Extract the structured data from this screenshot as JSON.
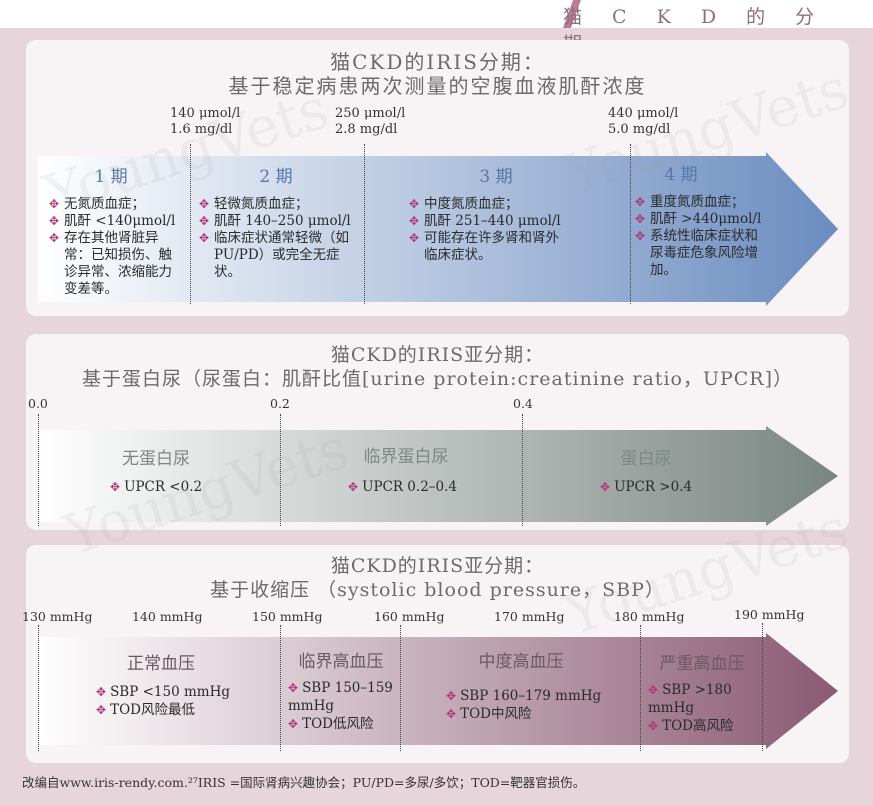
{
  "header": {
    "title": "猫 C K D 的 分 期"
  },
  "watermark": "YoungVets",
  "panel1": {
    "title_line1": "猫CKD的IRIS分期：",
    "title_line2": "基于稳定病患两次测量的空腹血液肌酐浓度",
    "thresholds": [
      {
        "line1": "140 μmol/l",
        "line2": "1.6 mg/dl"
      },
      {
        "line1": "250 μmol/l",
        "line2": "2.8 mg/dl"
      },
      {
        "line1": "440 μmol/l",
        "line2": "5.0 mg/dl"
      }
    ],
    "stages": [
      {
        "title": "1 期",
        "items": [
          "无氮质血症；",
          "肌酐 <140μmol/l",
          "存在其他肾脏异常：已知损伤、触诊异常、浓缩能力变差等。"
        ]
      },
      {
        "title": "2 期",
        "items": [
          "轻微氮质血症；",
          "肌酐 140–250 μmol/l",
          "临床症状通常轻微（如PU/PD）或完全无症状。"
        ]
      },
      {
        "title": "3 期",
        "items": [
          "中度氮质血症；",
          "肌酐 251–440 μmol/l",
          "可能存在许多肾和肾外临床症状。"
        ]
      },
      {
        "title": "4 期",
        "items": [
          "重度氮质血症；",
          "肌酐 >440μmol/l",
          "系统性临床症状和尿毒症危象风险增加。"
        ]
      }
    ]
  },
  "panel2": {
    "title_line1": "猫CKD的IRIS亚分期：",
    "title_line2": "基于蛋白尿（尿蛋白：肌酐比值[urine protein:creatinine ratio，UPCR]）",
    "ticks": [
      "0.0",
      "0.2",
      "0.4"
    ],
    "categories": [
      {
        "title": "无蛋白尿",
        "item": "UPCR <0.2"
      },
      {
        "title": "临界蛋白尿",
        "item": "UPCR 0.2–0.4"
      },
      {
        "title": "蛋白尿",
        "item": "UPCR >0.4"
      }
    ]
  },
  "panel3": {
    "title_line1": "猫CKD的IRIS亚分期：",
    "title_line2": "基于收缩压 （systolic blood pressure，SBP）",
    "ticks": [
      "130 mmHg",
      "140 mmHg",
      "150 mmHg",
      "160 mmHg",
      "170 mmHg",
      "180 mmHg",
      "190 mmHg"
    ],
    "categories": [
      {
        "title": "正常血压",
        "items": [
          "SBP <150 mmHg",
          "TOD风险最低"
        ]
      },
      {
        "title": "临界高血压",
        "items": [
          "SBP 150–159 mmHg",
          "TOD低风险"
        ]
      },
      {
        "title": "中度高血压",
        "items": [
          "SBP 160–179 mmHg",
          "TOD中风险"
        ]
      },
      {
        "title": "严重高血压",
        "items": [
          "SBP >180 mmHg",
          "TOD高风险"
        ]
      }
    ]
  },
  "footnote": "改编自www.iris-rendy.com.²⁷IRIS =国际肾病兴趣协会；PU/PD=多尿/多饮；TOD=靶器官损伤。",
  "colors": {
    "header_text": "#8e6f7b",
    "bullet": "#b0347a",
    "stage_arrow_end": "#6b8cc0",
    "protein_arrow_end": "#7a8581",
    "bp_arrow_end": "#8a5a72"
  }
}
